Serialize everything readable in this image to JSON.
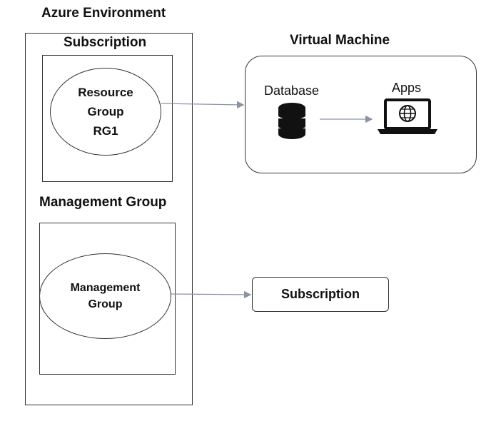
{
  "environment": {
    "title": "Azure Environment"
  },
  "subscription_section": {
    "title": "Subscription",
    "ellipse_lines": [
      "Resource",
      "Group",
      "RG1"
    ]
  },
  "management_section": {
    "title": "Management Group",
    "ellipse_lines": [
      "Management",
      "Group"
    ]
  },
  "virtual_machine": {
    "title": "Virtual Machine",
    "database_label": "Database",
    "apps_label": "Apps"
  },
  "subscription_target": {
    "label": "Subscription"
  },
  "icons": {
    "database": "database-icon",
    "laptop": "laptop-globe-icon"
  },
  "colors": {
    "stroke": "#333333",
    "arrow": "#8a93a3",
    "text": "#111111"
  }
}
